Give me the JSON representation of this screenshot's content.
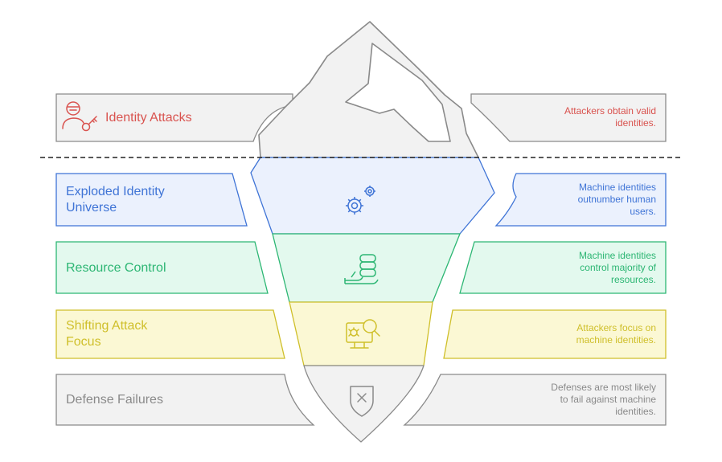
{
  "colors": {
    "red": "#d9534f",
    "blue": "#3f74d6",
    "green": "#2cb673",
    "yellow": "#cfbf2a",
    "gray": "#8a8a8a"
  },
  "layers": [
    {
      "title": "Identity Attacks",
      "description": "Attackers obtain valid\nidentities.",
      "icon": "hacker-key-icon"
    },
    {
      "title": "Exploded Identity\nUniverse",
      "description": "Machine identities\noutnumber human\nusers.",
      "icon": "gears-icon"
    },
    {
      "title": "Resource Control",
      "description": "Machine identities\ncontrol majority of\nresources.",
      "icon": "database-hand-icon"
    },
    {
      "title": "Shifting Attack\nFocus",
      "description": "Attackers focus on\nmachine identities.",
      "icon": "bug-search-icon"
    },
    {
      "title": "Defense Failures",
      "description": "Defenses are most likely\nto fail against machine\nidentities.",
      "icon": "shield-x-icon"
    }
  ]
}
